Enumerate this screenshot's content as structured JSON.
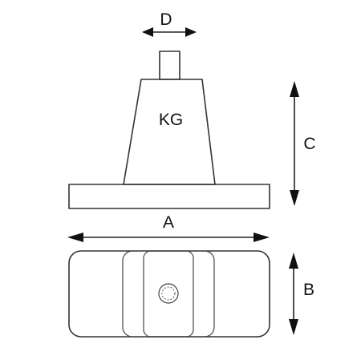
{
  "labels": {
    "d": "D",
    "kg": "KG",
    "c": "C",
    "a": "A",
    "b": "B"
  },
  "colors": {
    "line": "#333333",
    "shaft_fill": "#e6e6e6",
    "background": "#ffffff"
  }
}
